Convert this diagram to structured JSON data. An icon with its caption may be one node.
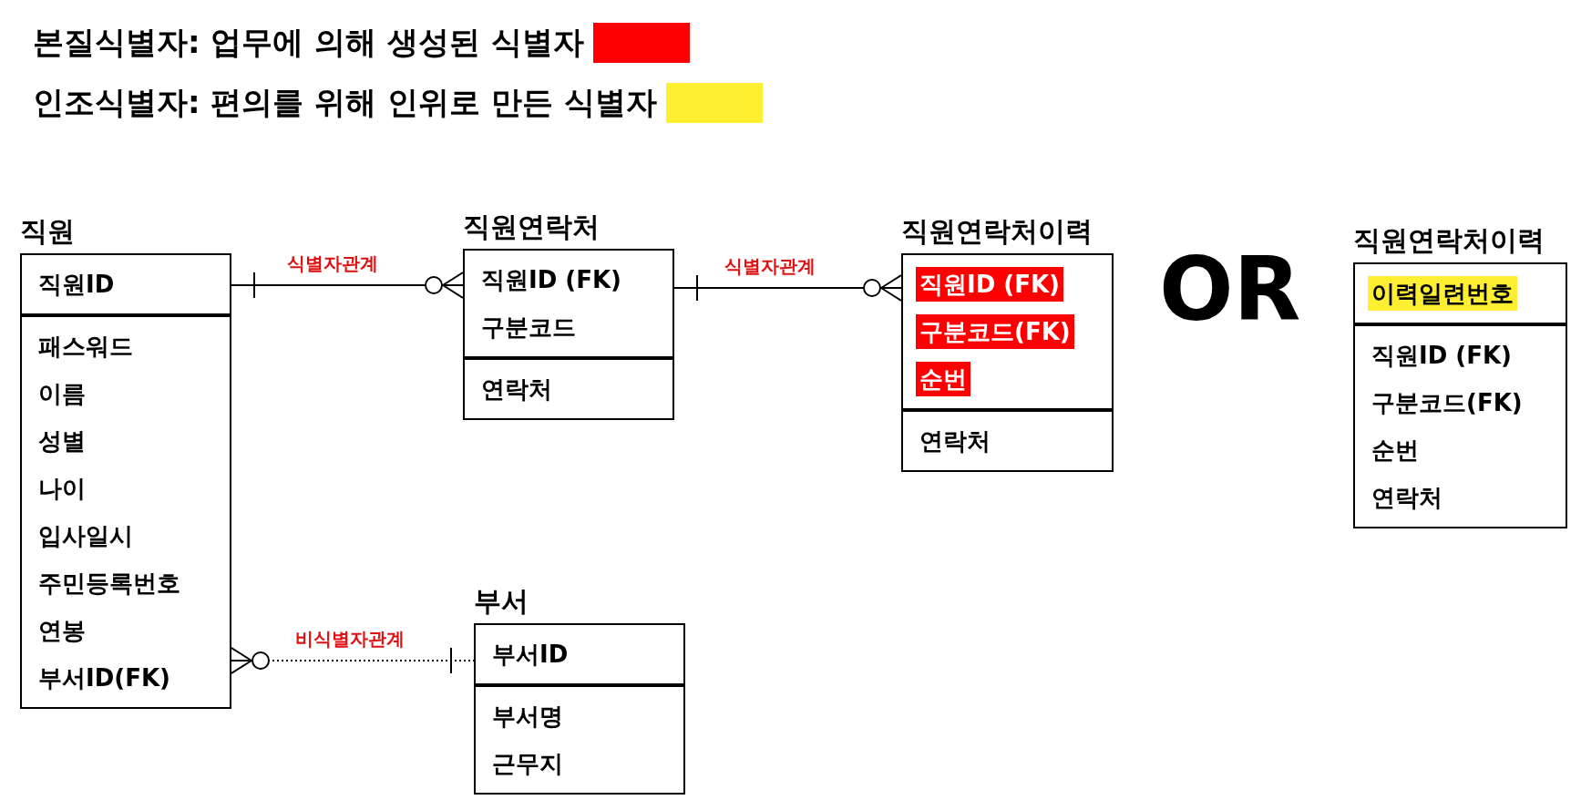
{
  "diagram": {
    "nodes": [
      {
        "text": [
          "직원",
          "직원ID",
          "패스워드",
          "이름",
          "성별",
          "나이",
          "입사일시",
          "주민등록번호",
          "연봉",
          "부서ID(FK)"
        ]
      },
      {
        "text": [
          "직원연락처",
          "직원ID (FK)",
          "구분코드",
          "연락처"
        ]
      },
      {
        "text": [
          "직원연락처이력",
          "직원ID (FK)",
          "구분코드(FK)",
          "순번",
          "연락처"
        ]
      },
      {
        "text": [
          "직원연락처이력",
          "이력일련번호",
          "직원ID (FK)",
          "구분코드(FK)",
          "순번",
          "연락처"
        ]
      },
      {
        "text": [
          "부서",
          "부서ID",
          "부서명",
          "근무지"
        ]
      }
    ],
    "edges": [
      {
        "from": 0,
        "to": 1,
        "arrow": "other",
        "label": "식별자관계"
      },
      {
        "from": 1,
        "to": 2,
        "arrow": "other",
        "label": "식별자관계"
      },
      {
        "from": 0,
        "to": 4,
        "arrow": "other",
        "label": "비식별자관계",
        "style": "dashed"
      }
    ],
    "labels": [
      "OR"
    ],
    "legend": [
      {
        "text": "본질식별자: 업무에 의해 생성된 식별자",
        "color": "#ff0000"
      },
      {
        "text": "인조식별자: 편의를 위해 인위로 만든 식별자",
        "color": "#ffef33"
      }
    ]
  }
}
